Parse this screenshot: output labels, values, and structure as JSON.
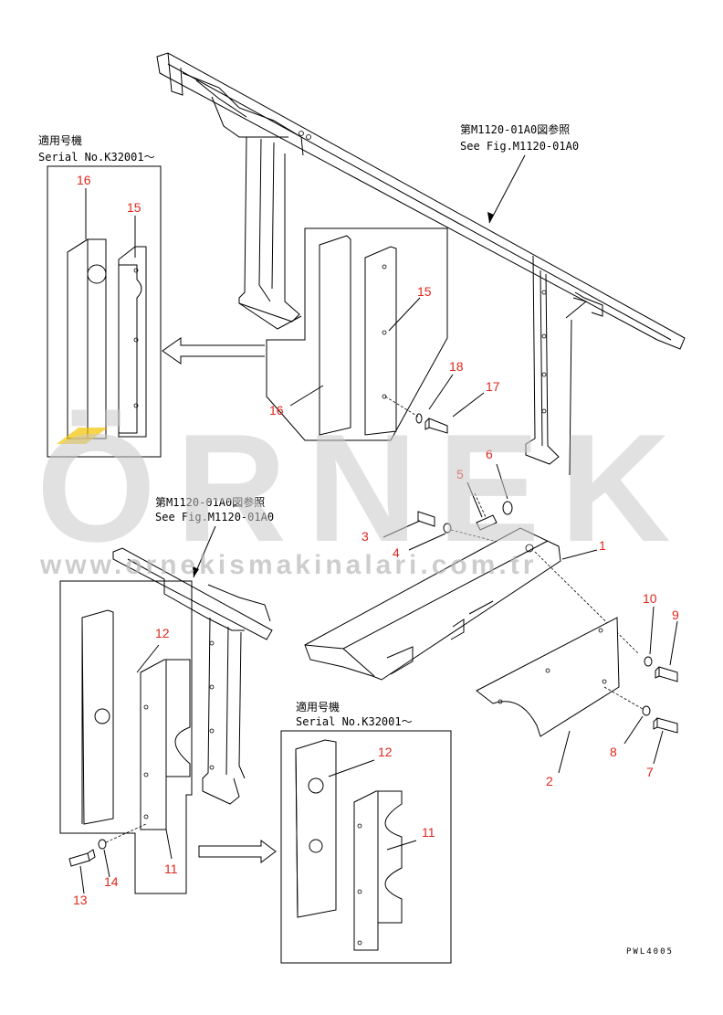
{
  "notes": {
    "serial_title_1": "適用号機",
    "serial_no_1": "Serial No.K32001～",
    "serial_title_2": "適用号機",
    "serial_no_2": "Serial No.K32001～",
    "ref_top_jp": "第M1120-01A0図参照",
    "ref_top_en": "See Fig.M1120-01A0",
    "ref_mid_jp": "第M1120-01A0図参照",
    "ref_mid_en": "See Fig.M1120-01A0"
  },
  "callouts": {
    "p1": "1",
    "p2": "2",
    "p3": "3",
    "p4": "4",
    "p5": "5",
    "p6": "6",
    "p7": "7",
    "p8": "8",
    "p9": "9",
    "p10": "10",
    "p11a": "11",
    "p11b": "11",
    "p12a": "12",
    "p12b": "12",
    "p13": "13",
    "p14": "14",
    "p15a": "15",
    "p15b": "15",
    "p16a": "16",
    "p16b": "16",
    "p17": "17",
    "p18": "18"
  },
  "drawing_code": "PWL4005",
  "watermark": {
    "brand": "ÖRNEK",
    "url": "www.ornekismakinalari.com.tr"
  },
  "colors": {
    "callout": "#e1261c",
    "line": "#000000",
    "watermark": "#c9c9c9",
    "accent_yellow": "#f2c200"
  }
}
